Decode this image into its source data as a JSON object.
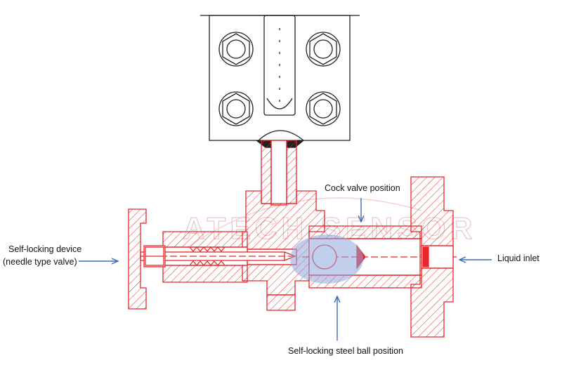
{
  "labels": {
    "self_locking_device_line1": "Self-locking device",
    "self_locking_device_line2": "(needle type valve)",
    "cock_valve_position": "Cock valve position",
    "liquid_inlet": "Liquid inlet",
    "steel_ball_position": "Self-locking steel ball position"
  },
  "watermark": "ATECH SENSOR",
  "colors": {
    "drawing_red": "#e8272b",
    "outline_black": "#222222",
    "arrow_blue": "#3c6eb4",
    "highlight_blue": "#8fa8dd"
  }
}
